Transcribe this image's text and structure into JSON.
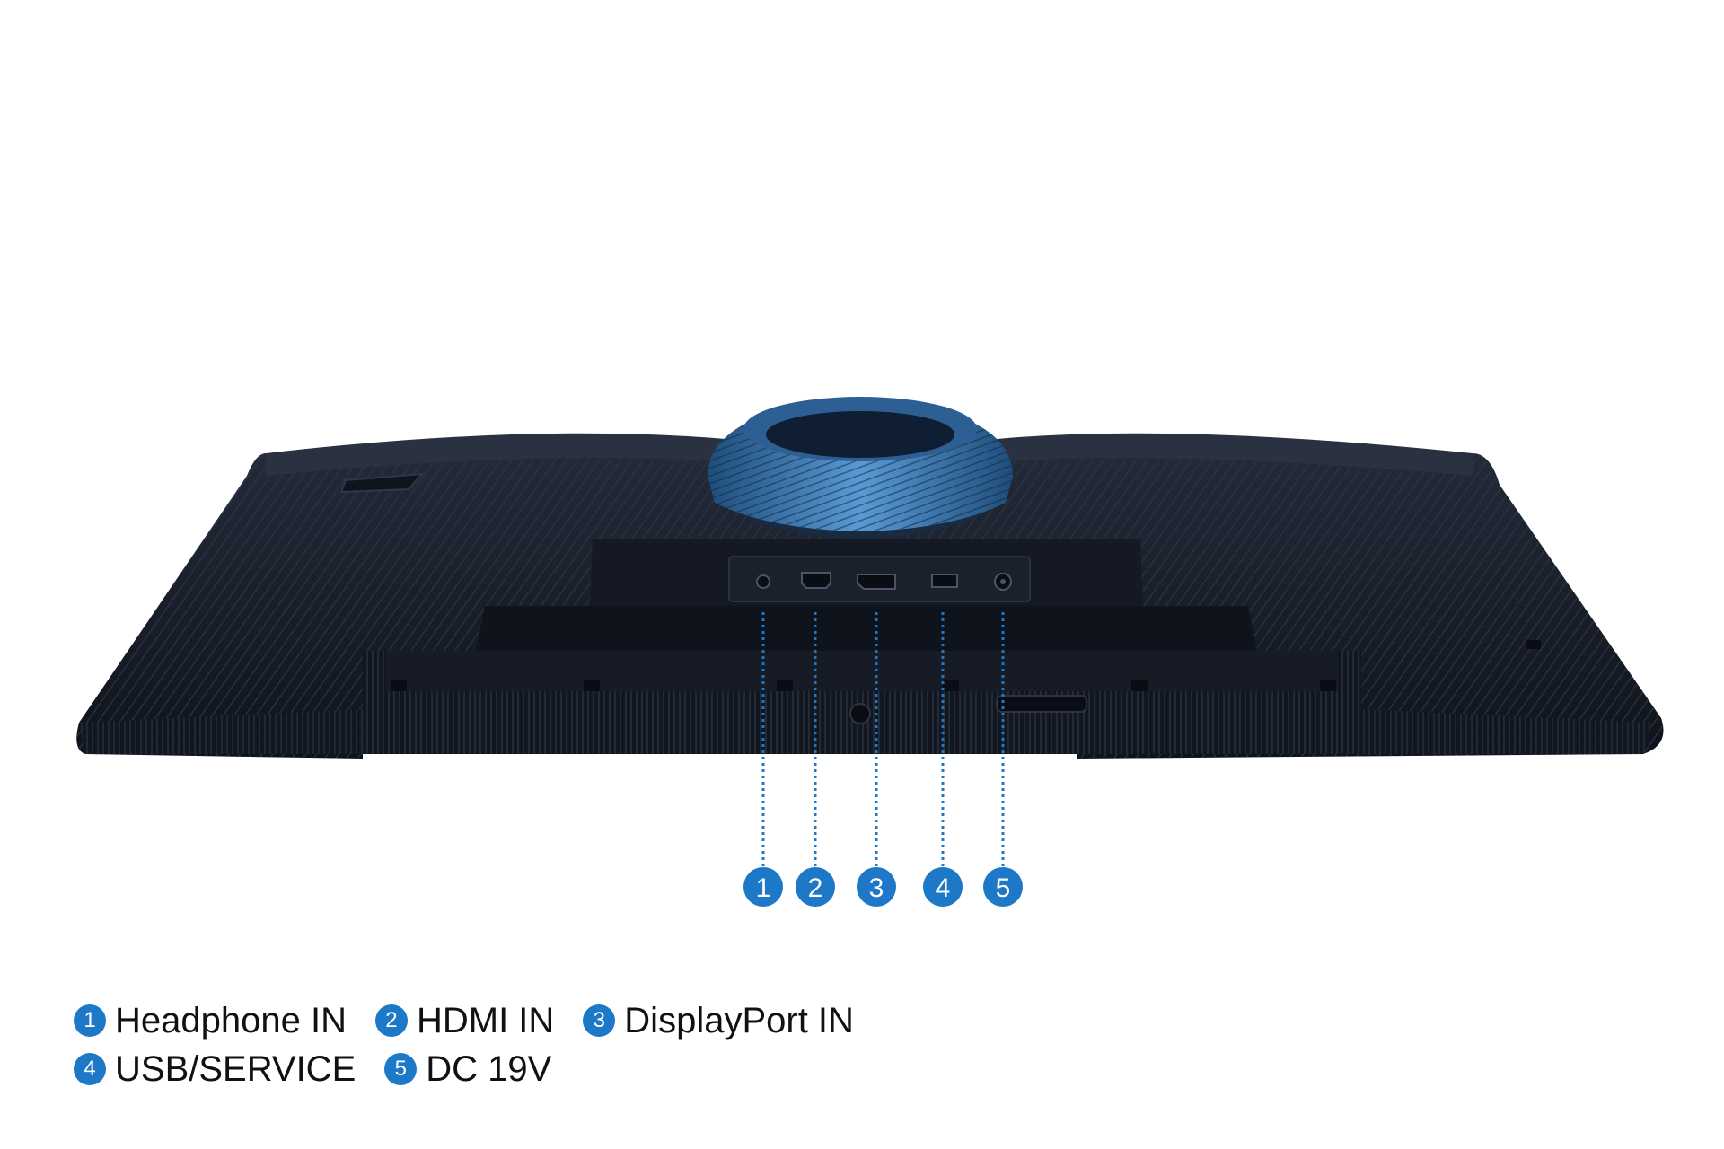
{
  "callouts": [
    {
      "number": "1",
      "label": "Headphone IN"
    },
    {
      "number": "2",
      "label": "HDMI IN"
    },
    {
      "number": "3",
      "label": "DisplayPort IN"
    },
    {
      "number": "4",
      "label": "USB/SERVICE"
    },
    {
      "number": "5",
      "label": "DC 19V"
    }
  ],
  "legend": {
    "row1": [
      {
        "number": "1",
        "label": "Headphone IN"
      },
      {
        "number": "2",
        "label": "HDMI IN"
      },
      {
        "number": "3",
        "label": "DisplayPort IN"
      }
    ],
    "row2": [
      {
        "number": "4",
        "label": "USB/SERVICE"
      },
      {
        "number": "5",
        "label": "DC 19V"
      }
    ]
  },
  "colors": {
    "accent_blue": "#1e78c8",
    "monitor_body": "#1c2230",
    "stand_ring": "#3c78b4"
  },
  "icons": [
    "headphone-port-icon",
    "hdmi-port-icon",
    "displayport-port-icon",
    "usb-port-icon",
    "dc-power-port-icon"
  ]
}
